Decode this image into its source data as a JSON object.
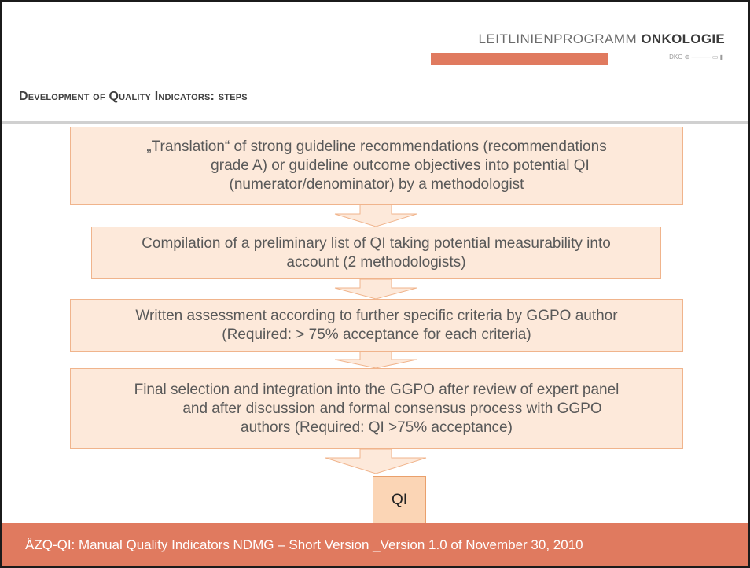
{
  "header": {
    "logo_text_light": "LEITLINIENPROGRAMM",
    "logo_text_bold": "ONKOLOGIE",
    "logo_partners": "DKG ⊕ ——— ▭ ▮",
    "title": "Development of Quality Indicators: steps"
  },
  "steps": [
    {
      "lines": [
        "„Translation“ of strong guideline recommendations (recommendations",
        "grade A) or guideline outcome objectives into potential QI",
        "(numerator/denominator) by a methodologist"
      ]
    },
    {
      "lines": [
        "Compilation of a preliminary list of QI taking potential measurability into",
        "account (2 methodologists)"
      ]
    },
    {
      "lines": [
        "Written assessment according to further specific criteria by GGPO author",
        "(Required: > 75% acceptance for each criteria)"
      ]
    },
    {
      "lines": [
        "Final selection and integration into the GGPO after review of expert panel",
        "and after discussion and  formal consensus process with GGPO",
        "authors (Required:  QI >75% acceptance)"
      ]
    }
  ],
  "result_label": "QI",
  "footer": {
    "text": "ÄZQ-QI: Manual Quality Indicators NDMG – Short Version _Version 1.0 of November 30, 2010"
  },
  "colors": {
    "accent": "#e07a5f",
    "step_fill": "#fde9da",
    "step_border": "#f0b48c",
    "qi_fill": "#fbd5b5"
  }
}
